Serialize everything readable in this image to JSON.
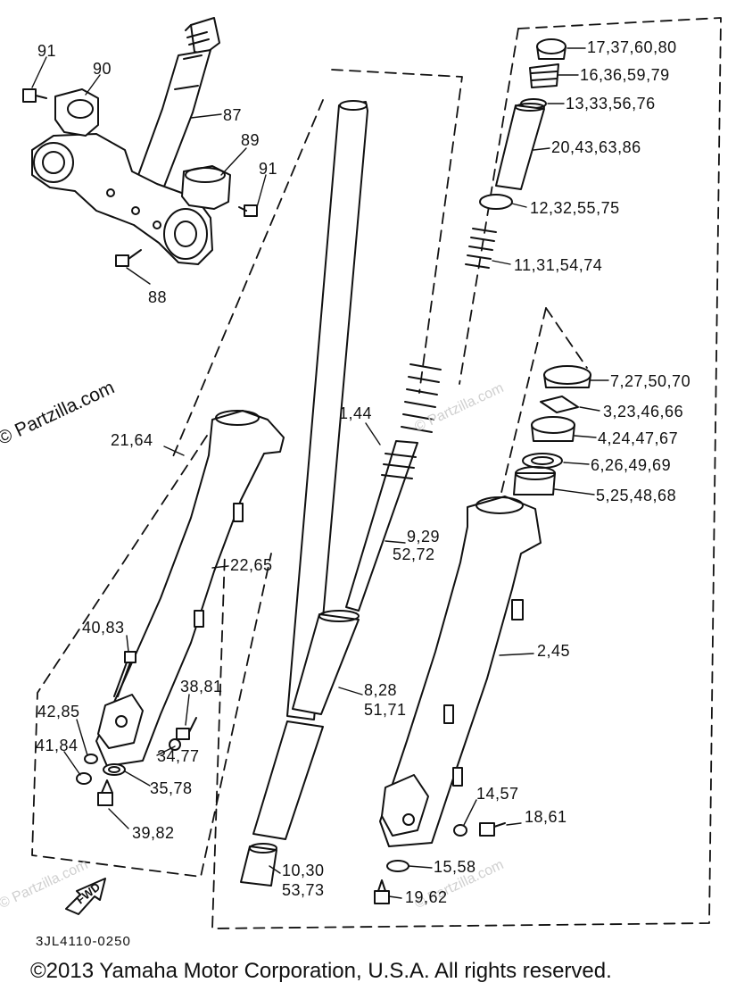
{
  "watermark": "© Partzilla.com",
  "watermark_faint": "© Partzilla.com",
  "diagram_code": "3JL4110-0250",
  "fwd_label": "FWD",
  "copyright": "©2013  Yamaha Motor Corporation, U.S.A. All rights reserved.",
  "callouts": {
    "c91a": "91",
    "c90": "90",
    "c87": "87",
    "c89": "89",
    "c91b": "91",
    "c88": "88",
    "c17": "17,37,60,80",
    "c16": "16,36,59,79",
    "c13": "13,33,56,76",
    "c20": "20,43,63,86",
    "c12": "12,32,55,75",
    "c11": "11,31,54,74",
    "c7": "7,27,50,70",
    "c3": "3,23,46,66",
    "c4": "4,24,47,67",
    "c6": "6,26,49,69",
    "c5": "5,25,48,68",
    "c1": "1,44",
    "c21": "21,64",
    "c9a": "9,29",
    "c9b": "52,72",
    "c22": "22,65",
    "c2": "2,45",
    "c40": "40,83",
    "c38": "38,81",
    "c42": "42,85",
    "c34": "34,77",
    "c41": "41,84",
    "c35": "35,78",
    "c39": "39,82",
    "c8a": "8,28",
    "c8b": "51,71",
    "c14": "14,57",
    "c18": "18,61",
    "c10a": "10,30",
    "c10b": "53,73",
    "c15": "15,58",
    "c19": "19,62"
  }
}
